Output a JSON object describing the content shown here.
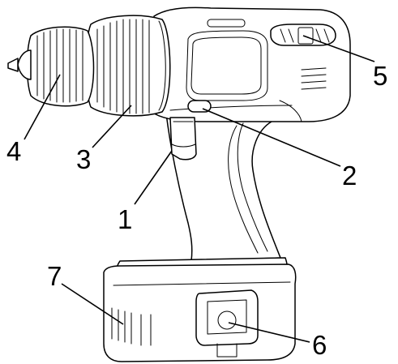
{
  "diagram": {
    "subject_icon": "cordless-drill-icon",
    "callouts": [
      {
        "id": "1",
        "label": "1"
      },
      {
        "id": "2",
        "label": "2"
      },
      {
        "id": "3",
        "label": "3"
      },
      {
        "id": "4",
        "label": "4"
      },
      {
        "id": "5",
        "label": "5"
      },
      {
        "id": "6",
        "label": "6"
      },
      {
        "id": "7",
        "label": "7"
      }
    ]
  }
}
